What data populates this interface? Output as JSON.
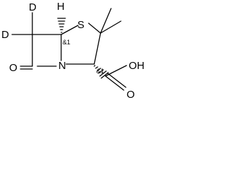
{
  "atoms": {
    "d_top": "D",
    "d_left": "D",
    "h_top": "H",
    "s_ring": "S",
    "n_ring": "N",
    "o_carbonyl": "O",
    "oh_acid": "OH",
    "o_acid": "O"
  },
  "stereo_labels": {
    "c5": "&1",
    "c3": "&1"
  }
}
